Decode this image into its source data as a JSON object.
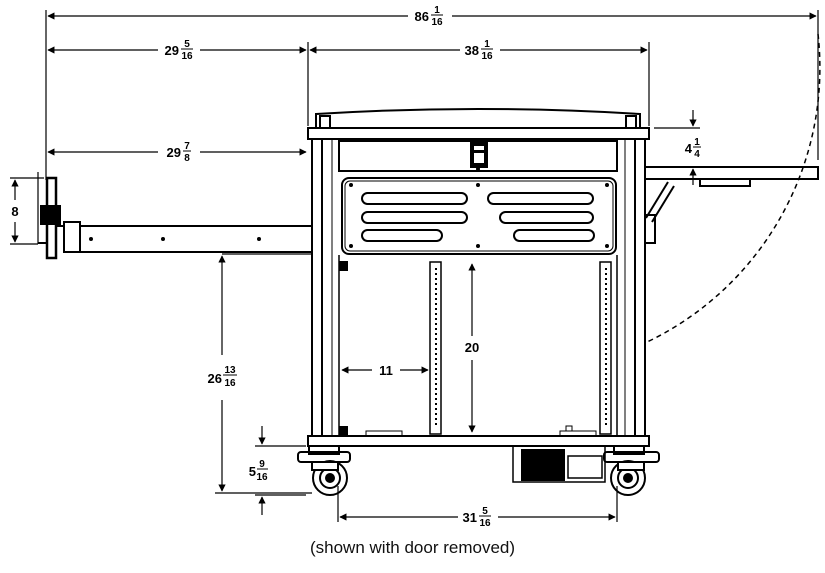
{
  "dimensions": {
    "overall_width": {
      "whole": "86",
      "num": "1",
      "den": "16"
    },
    "left_extension": {
      "whole": "29",
      "num": "5",
      "den": "16"
    },
    "cart_top_width": {
      "whole": "38",
      "num": "1",
      "den": "16"
    },
    "shelf_reach": {
      "whole": "29",
      "num": "7",
      "den": "8"
    },
    "side_shelf_drop": {
      "whole": "4",
      "num": "1",
      "den": "4"
    },
    "monitor_height": {
      "whole": "8",
      "num": "",
      "den": ""
    },
    "shelf_height": {
      "whole": "26",
      "num": "13",
      "den": "16"
    },
    "rack_height": {
      "whole": "20",
      "num": "",
      "den": ""
    },
    "rack_width": {
      "whole": "11",
      "num": "",
      "den": ""
    },
    "caster_height": {
      "whole": "5",
      "num": "9",
      "den": "16"
    },
    "base_width": {
      "whole": "31",
      "num": "5",
      "den": "16"
    }
  },
  "caption": "(shown with door removed)"
}
